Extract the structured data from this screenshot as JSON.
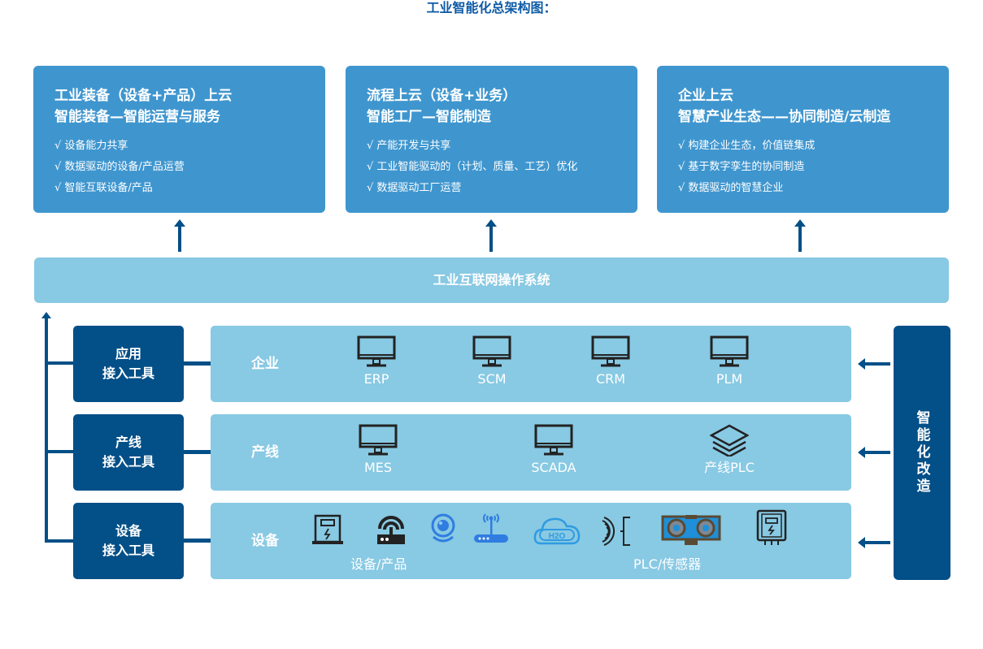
{
  "title": "工业智能化总架构图：",
  "top_cards": [
    {
      "heading_1": "工业装备（设备+产品）上云",
      "heading_2": "智能装备—智能运营与服务",
      "bullets": [
        "√ 设备能力共享",
        "√ 数据驱动的设备/产品运营",
        "√ 智能互联设备/产品"
      ]
    },
    {
      "heading_1": "流程上云（设备+业务）",
      "heading_2": "智能工厂—智能制造",
      "bullets": [
        "√ 产能开发与共享",
        "√ 工业智能驱动的（计划、质量、工艺）优化",
        "√ 数据驱动工厂运营"
      ]
    },
    {
      "heading_1": "企业上云",
      "heading_2": "智慧产业生态——协同制造/云制造",
      "bullets": [
        "√ 构建企业生态，价值链集成",
        "√ 基于数字孪生的协同制造",
        "√ 数据驱动的智慧企业"
      ]
    }
  ],
  "os_bar": {
    "label": "工业互联网操作系统"
  },
  "tools": [
    {
      "line1": "应用",
      "line2": "接入工具"
    },
    {
      "line1": "产线",
      "line2": "接入工具"
    },
    {
      "line1": "设备",
      "line2": "接入工具"
    }
  ],
  "layers": [
    {
      "name": "企业",
      "items": [
        {
          "icon": "monitor-icon",
          "label": "ERP"
        },
        {
          "icon": "monitor-icon",
          "label": "SCM"
        },
        {
          "icon": "monitor-icon",
          "label": "CRM"
        },
        {
          "icon": "monitor-icon",
          "label": "PLM"
        }
      ]
    },
    {
      "name": "产线",
      "items": [
        {
          "icon": "monitor-icon",
          "label": "MES"
        },
        {
          "icon": "monitor-icon",
          "label": "SCADA"
        },
        {
          "icon": "layers-icon",
          "label": "产线PLC"
        }
      ]
    },
    {
      "name": "设备",
      "groups": [
        {
          "label": "设备/产品",
          "icons": [
            "power-cabinet-icon",
            "wifi-router-icon",
            "webcam-icon",
            "antenna-router-icon"
          ]
        },
        {
          "label": "PLC/传感器",
          "icons": [
            "h2o-cloud-icon",
            "signal-sensor-icon",
            "ultrasonic-sensor-icon",
            "electric-meter-icon"
          ]
        }
      ]
    }
  ],
  "smart_transform": {
    "label": "智能化改造"
  },
  "colors": {
    "title": "#0e5ba6",
    "top_card": "#3f96cf",
    "light_bar": "#88c9e3",
    "dark_blue": "#034f87",
    "icon_blue": "#2f7de1"
  }
}
